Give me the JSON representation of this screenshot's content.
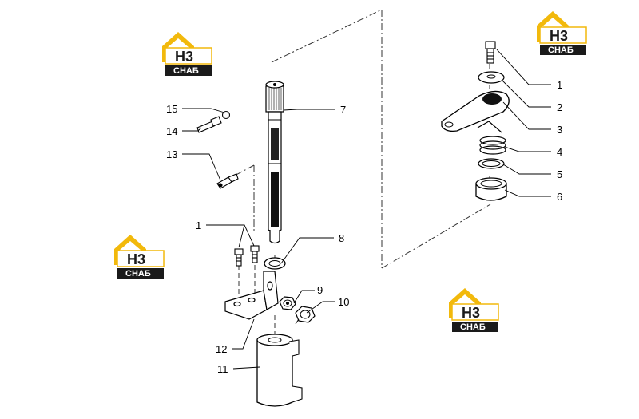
{
  "diagram": {
    "callouts": [
      "1",
      "2",
      "3",
      "4",
      "5",
      "6",
      "7",
      "8",
      "9",
      "10",
      "11",
      "12",
      "13",
      "14",
      "15",
      "1"
    ]
  },
  "watermark": {
    "mark": "H3",
    "caption": "СНАБ",
    "accent_color": "#f2b90c",
    "dark_color": "#1a1a1a"
  }
}
